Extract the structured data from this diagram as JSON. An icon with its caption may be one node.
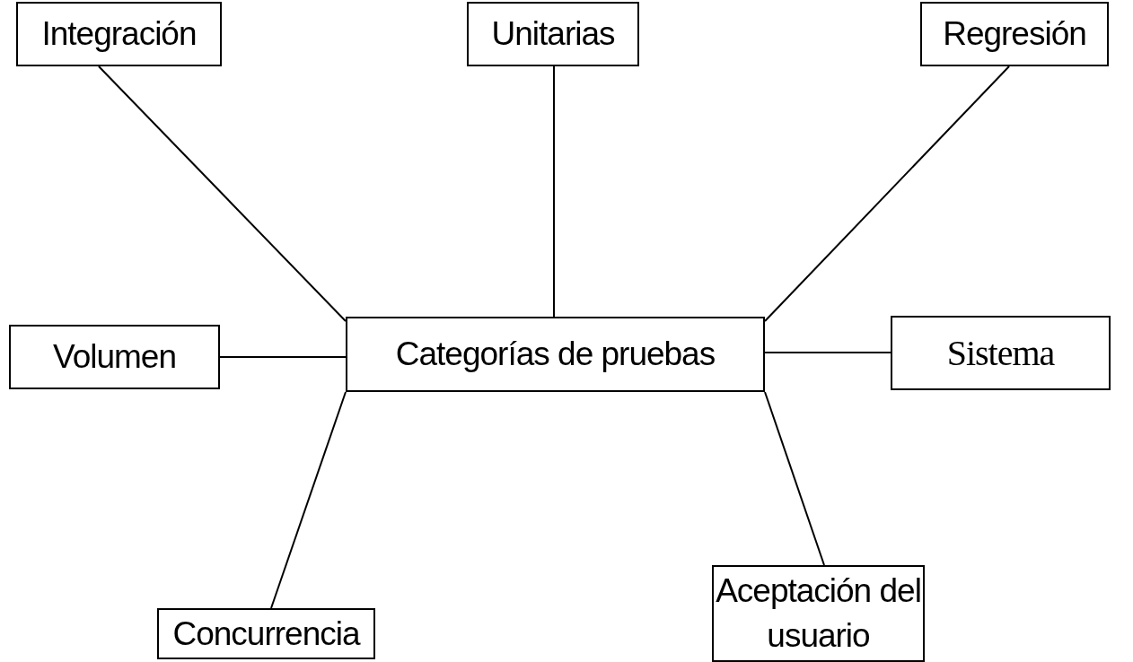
{
  "diagram": {
    "nodes": [
      {
        "text": [
          "Integración"
        ]
      },
      {
        "text": [
          "Unitarias"
        ]
      },
      {
        "text": [
          "Regresión"
        ]
      },
      {
        "text": [
          "Volumen"
        ]
      },
      {
        "text": [
          "Categorías de pruebas"
        ]
      },
      {
        "text": [
          "Sistema"
        ]
      },
      {
        "text": [
          "Concurrencia"
        ]
      },
      {
        "text": [
          "Aceptación del usuario"
        ]
      }
    ],
    "edges": [
      {
        "from": 4,
        "to": 0,
        "arrow": "none"
      },
      {
        "from": 4,
        "to": 1,
        "arrow": "none"
      },
      {
        "from": 4,
        "to": 2,
        "arrow": "none"
      },
      {
        "from": 4,
        "to": 3,
        "arrow": "none"
      },
      {
        "from": 4,
        "to": 5,
        "arrow": "none"
      },
      {
        "from": 4,
        "to": 6,
        "arrow": "none"
      },
      {
        "from": 4,
        "to": 7,
        "arrow": "none"
      }
    ]
  }
}
